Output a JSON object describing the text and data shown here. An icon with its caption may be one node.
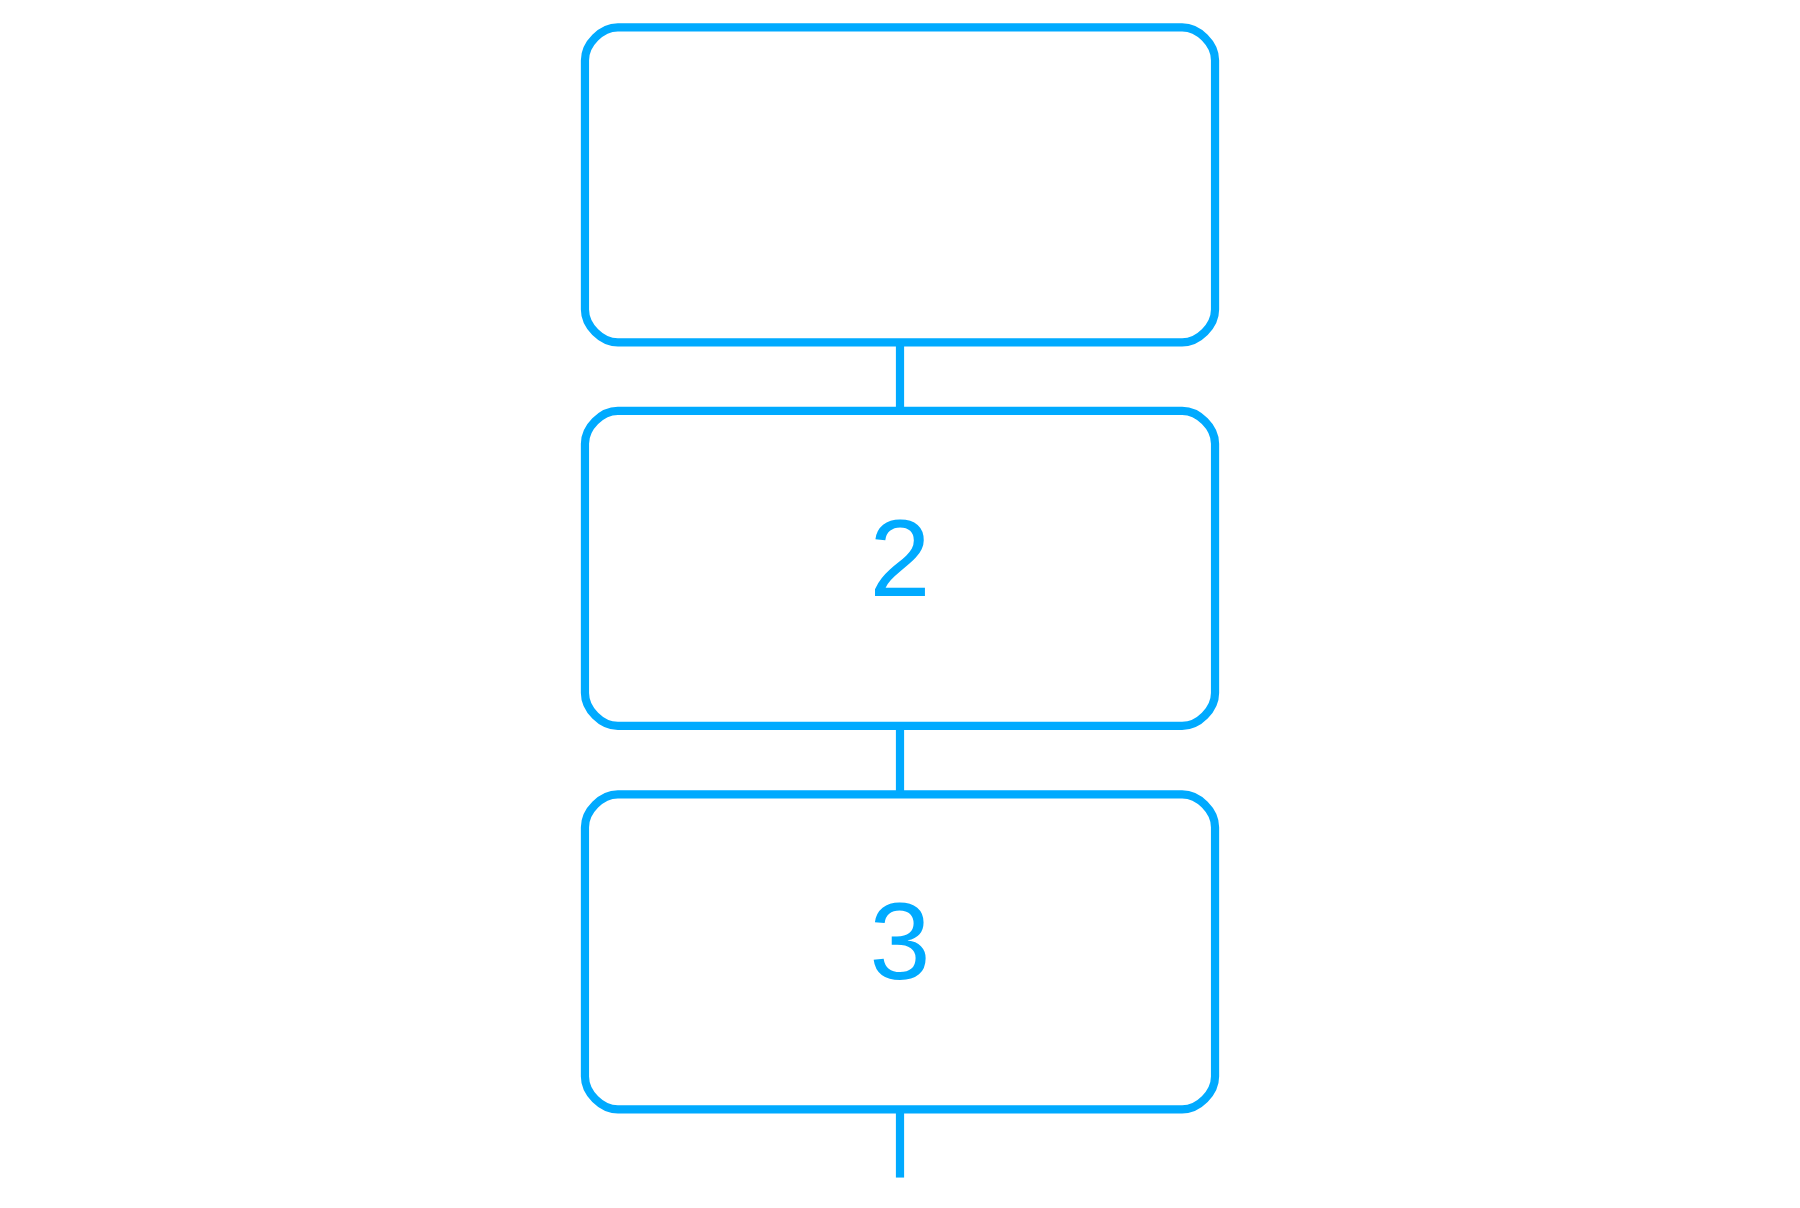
{
  "diagram": {
    "nodes": [
      {
        "text": [],
        "shape": "box"
      },
      {
        "text": [
          "2"
        ]
      },
      {
        "text": [
          "3"
        ]
      }
    ],
    "edges": [
      {
        "from": 0,
        "to": 1,
        "arrow": "none"
      },
      {
        "from": 1,
        "to": 2,
        "arrow": "none"
      },
      {
        "from": 2,
        "to": null,
        "arrow": "none"
      }
    ]
  }
}
